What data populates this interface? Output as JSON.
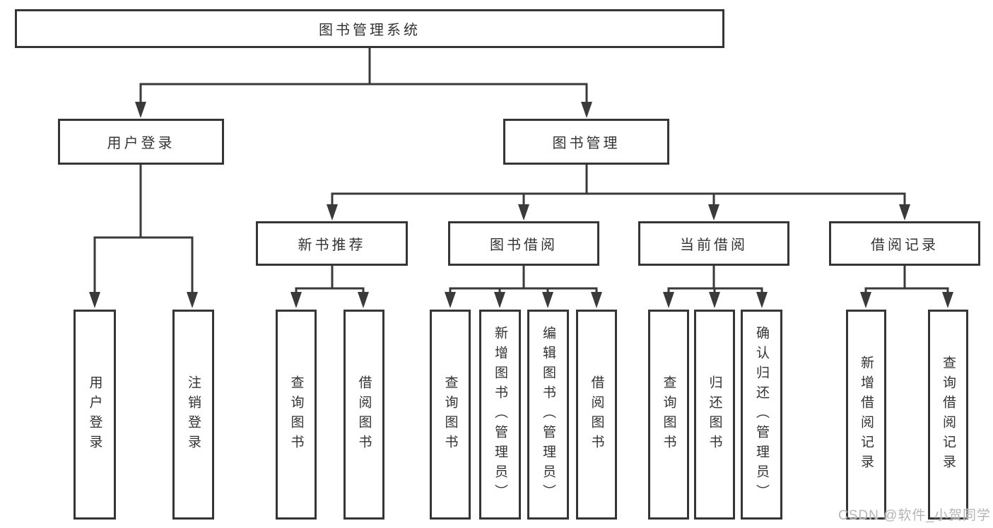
{
  "diagram_type": "hierarchy",
  "tree": {
    "label": "图书管理系统",
    "children": [
      {
        "label": "用户登录",
        "children": [
          {
            "label": "用户登录"
          },
          {
            "label": "注销登录"
          }
        ]
      },
      {
        "label": "图书管理",
        "children": [
          {
            "label": "新书推荐",
            "children": [
              {
                "label": "查询图书"
              },
              {
                "label": "借阅图书"
              }
            ]
          },
          {
            "label": "图书借阅",
            "children": [
              {
                "label": "查询图书"
              },
              {
                "label": "新增图书（管理员）"
              },
              {
                "label": "编辑图书（管理员）"
              },
              {
                "label": "借阅图书"
              }
            ]
          },
          {
            "label": "当前借阅",
            "children": [
              {
                "label": "查询图书"
              },
              {
                "label": "归还图书"
              },
              {
                "label": "确认归还（管理员）"
              }
            ]
          },
          {
            "label": "借阅记录",
            "children": [
              {
                "label": "新增借阅记录"
              },
              {
                "label": "查询借阅记录"
              }
            ]
          }
        ]
      }
    ]
  },
  "watermark": "CSDN @软件_小贺同学",
  "colors": {
    "line": "#3a3a3a",
    "box_border": "#353535",
    "text": "#333333",
    "background": "#ffffff",
    "watermark": "#b5b5b5"
  }
}
